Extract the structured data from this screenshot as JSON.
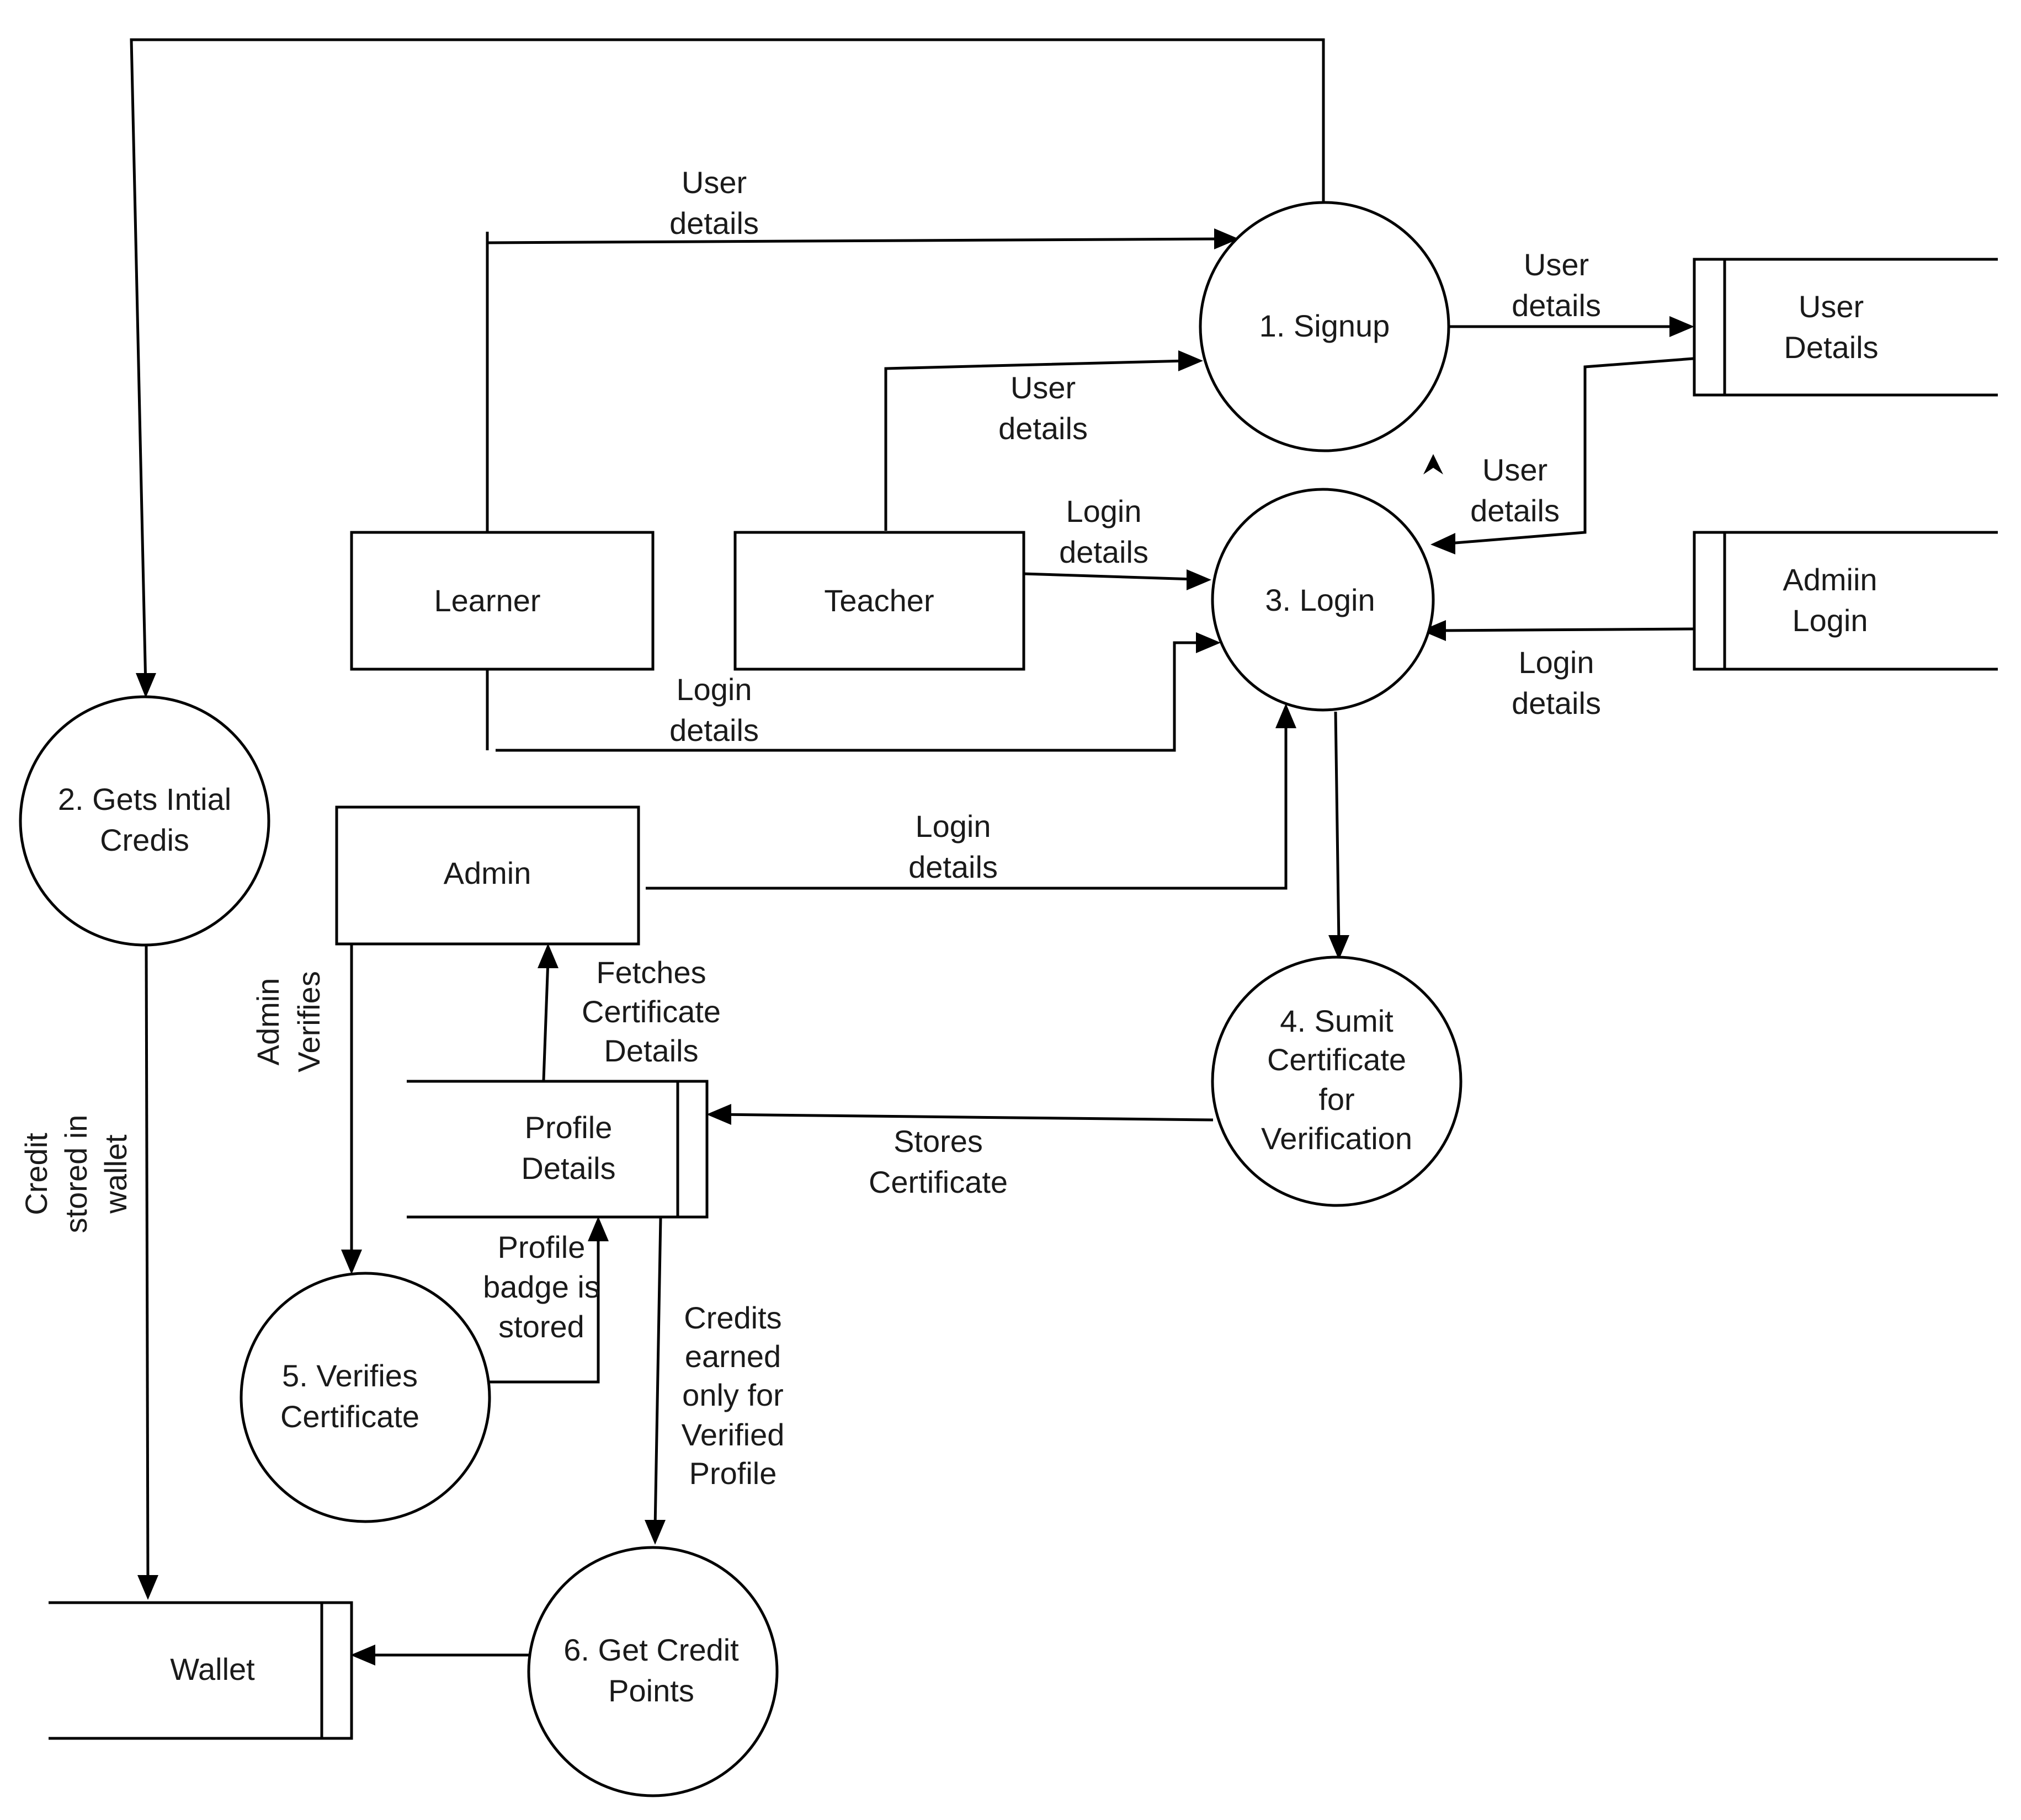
{
  "entities": {
    "learner": "Learner",
    "teacher": "Teacher",
    "admin": "Admin"
  },
  "processes": {
    "signup": "1. Signup",
    "initial_credits": [
      "2. Gets Intial",
      "Credis"
    ],
    "login": "3. Login",
    "submit_certificate": [
      "4. Sumit",
      "Certificate",
      "for",
      "Verification"
    ],
    "verifies_certificate": [
      "5. Verifies",
      "Certificate"
    ],
    "credit_points": [
      "6. Get Credit",
      "Points"
    ]
  },
  "stores": {
    "user_details": [
      "User",
      "Details"
    ],
    "admin_login": [
      "Admiin",
      "Login"
    ],
    "profile_details": [
      "Profile",
      "Details"
    ],
    "wallet": "Wallet"
  },
  "flows": {
    "learner_signup": [
      "User",
      "details"
    ],
    "teacher_signup": [
      "User",
      "details"
    ],
    "signup_store": [
      "User",
      "details"
    ],
    "store_login": [
      "User",
      "details"
    ],
    "teacher_login": [
      "Login",
      "details"
    ],
    "learner_login": [
      "Login",
      "details"
    ],
    "admin_store_login": [
      "Login",
      "details"
    ],
    "admin_login": [
      "Login",
      "details"
    ],
    "fetches": [
      "Fetches",
      "Certificate",
      "Details"
    ],
    "admin_verifies": [
      "Admin",
      "Verifies"
    ],
    "stores_certificate": [
      "Stores",
      "Certificate"
    ],
    "badge_stored": [
      "Profile",
      "badge is",
      "stored"
    ],
    "credits_earned": [
      "Credits",
      "earned",
      "only for",
      "Verified",
      "Profile"
    ],
    "credit_wallet": [
      "Credit",
      "stored in",
      "wallet"
    ]
  }
}
